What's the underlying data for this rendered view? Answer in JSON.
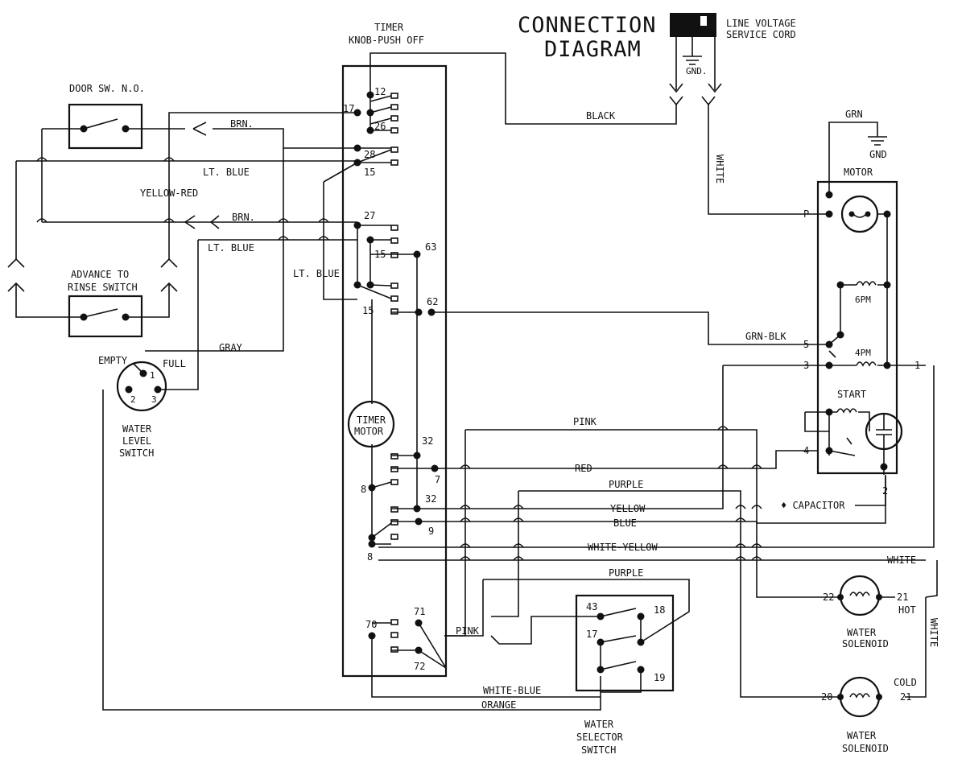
{
  "title": {
    "line1": "CONNECTION",
    "line2": "DIAGRAM"
  },
  "cord": {
    "line1": "LINE VOLTAGE",
    "line2": "SERVICE CORD",
    "gnd": "GND."
  },
  "timer": {
    "title_line1": "TIMER",
    "title_line2": "KNOB-PUSH OFF",
    "motor_line1": "TIMER",
    "motor_line2": "MOTOR",
    "terminals": [
      "12",
      "17",
      "26",
      "28",
      "15",
      "27",
      "15",
      "63",
      "62",
      "15",
      "32",
      "7",
      "8",
      "32",
      "9",
      "8",
      "71",
      "70",
      "72"
    ]
  },
  "components": {
    "door_switch": "DOOR SW. N.O.",
    "advance_line1": "ADVANCE TO",
    "advance_line2": "RINSE SWITCH",
    "water_level": {
      "empty": "EMPTY",
      "full": "FULL",
      "line1": "WATER",
      "line2": "LEVEL",
      "line3": "SWITCH",
      "t1": "1",
      "t2": "2",
      "t3": "3"
    },
    "motor": {
      "label": "MOTOR",
      "grn": "GRN",
      "gnd": "GND",
      "p": "P",
      "pm6": "6PM",
      "pm4": "4PM",
      "start": "START",
      "capacitor": "♦ CAPACITOR",
      "t5": "5",
      "t3": "3",
      "t4": "4",
      "t1": "1",
      "t2": "2"
    },
    "selector": {
      "line1": "WATER",
      "line2": "SELECTOR",
      "line3": "SWITCH",
      "t43": "43",
      "t18": "18",
      "t17": "17",
      "t19": "19"
    },
    "hot_solenoid": {
      "t22": "22",
      "t21": "21",
      "hot": "HOT",
      "line1": "WATER",
      "line2": "SOLENOID"
    },
    "cold_solenoid": {
      "t20": "20",
      "t21": "21",
      "cold": "COLD",
      "line1": "WATER",
      "line2": "SOLENOID"
    }
  },
  "wires": {
    "brn_top": "BRN.",
    "lt_blue_top": "LT. BLUE",
    "yellow_red": "YELLOW-RED",
    "brn_mid": "BRN.",
    "lt_blue_left": "LT. BLUE",
    "lt_blue_inner": "LT. BLUE",
    "gray": "GRAY",
    "black": "BLACK",
    "white_vertical": "WHITE",
    "grn_blk": "GRN-BLK",
    "pink_top": "PINK",
    "red": "RED",
    "purple_mid": "PURPLE",
    "yellow": "YELLOW",
    "blue": "BLUE",
    "white_yellow": "WHITE-YELLOW",
    "white_right": "WHITE",
    "purple_low": "PURPLE",
    "pink_low": "PINK",
    "white_blue": "WHITE-BLUE",
    "orange": "ORANGE",
    "white_right_vertical": "WHITE"
  }
}
